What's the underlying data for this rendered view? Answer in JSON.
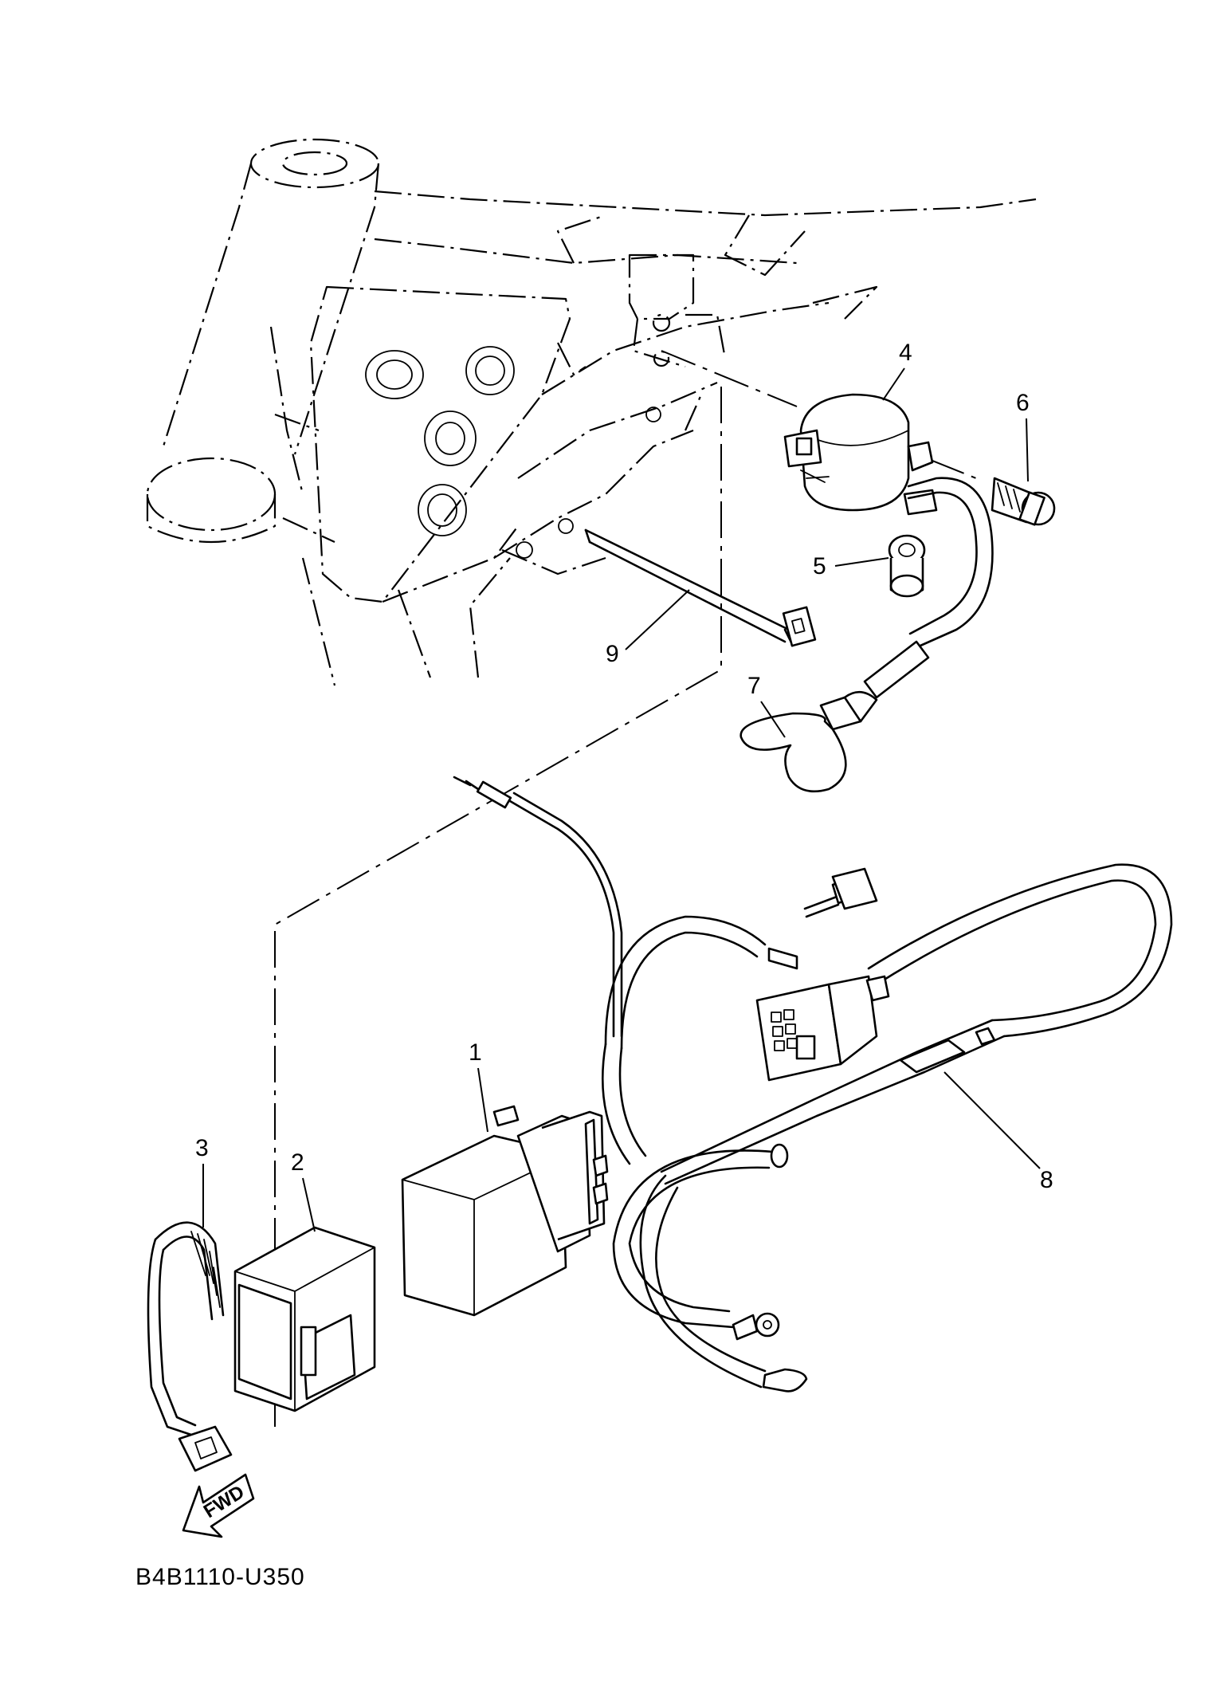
{
  "diagram": {
    "code": "B4B1110-U350",
    "fwd_label": "FWD",
    "callouts": [
      {
        "id": "1",
        "label": "1"
      },
      {
        "id": "2",
        "label": "2"
      },
      {
        "id": "3",
        "label": "3"
      },
      {
        "id": "4",
        "label": "4"
      },
      {
        "id": "5",
        "label": "5"
      },
      {
        "id": "6",
        "label": "6"
      },
      {
        "id": "7",
        "label": "7"
      },
      {
        "id": "8",
        "label": "8"
      },
      {
        "id": "9",
        "label": "9"
      }
    ]
  }
}
